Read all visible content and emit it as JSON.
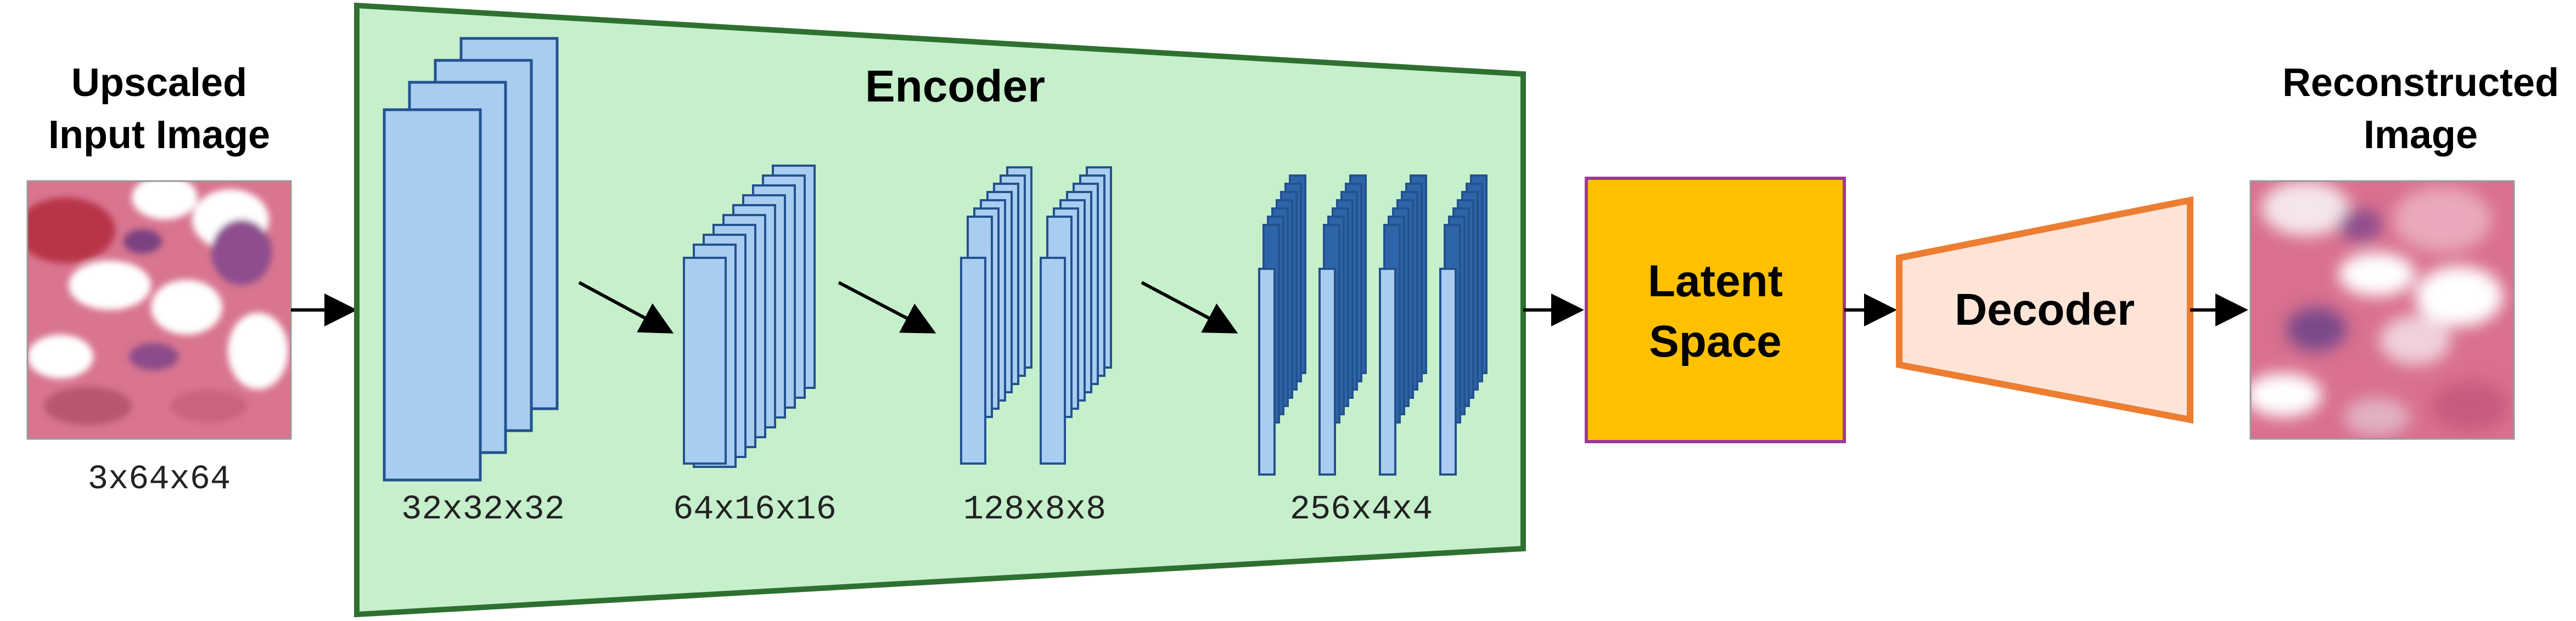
{
  "input": {
    "title_line1": "Upscaled",
    "title_line2": "Input Image",
    "dims": "3x64x64"
  },
  "encoder": {
    "title": "Encoder",
    "stages": [
      {
        "dims": "32x32x32"
      },
      {
        "dims": "64x16x16"
      },
      {
        "dims": "128x8x8"
      },
      {
        "dims": "256x4x4"
      }
    ]
  },
  "latent": {
    "line1": "Latent",
    "line2": "Space"
  },
  "decoder": {
    "title": "Decoder"
  },
  "output": {
    "title_line1": "Reconstructed",
    "title_line2": "Image"
  },
  "colors": {
    "encoder_fill": "#c6efcc",
    "encoder_stroke": "#2e7030",
    "layer_light": "#a9cdf0",
    "layer_dark": "#2e65a8",
    "layer_stroke": "#23528f",
    "latent_fill": "#ffc000",
    "latent_stroke": "#9c3a9a",
    "decoder_fill": "#fde4d7",
    "decoder_stroke": "#ed7d31",
    "tissue_pink": "#d97a9a",
    "tissue_purple": "#7a4a8a"
  }
}
